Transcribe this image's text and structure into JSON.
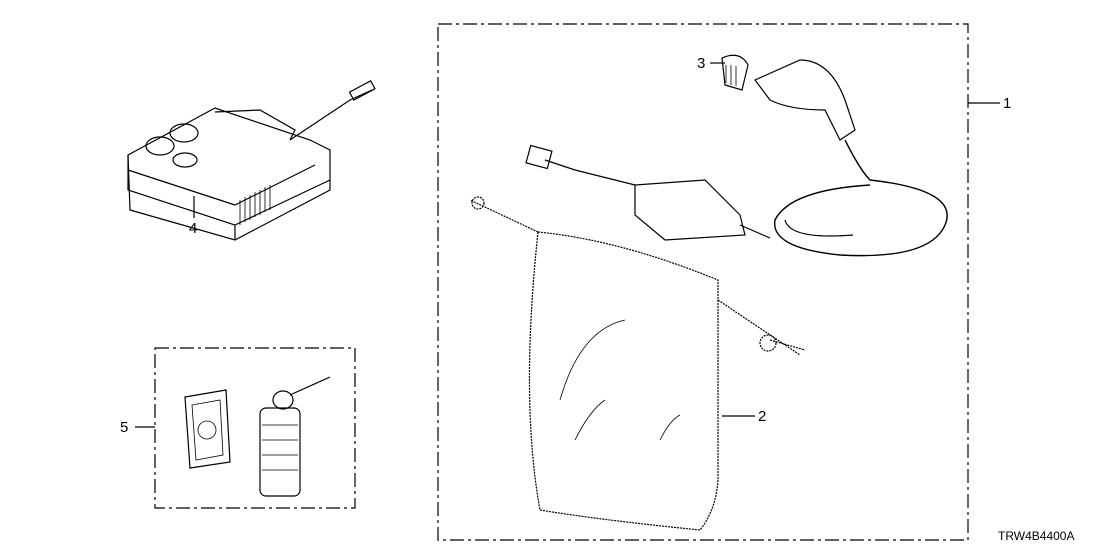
{
  "diagram": {
    "code": "TRW4B4400A",
    "callouts": [
      {
        "id": "1",
        "text": "1"
      },
      {
        "id": "2",
        "text": "2"
      },
      {
        "id": "3",
        "text": "3"
      },
      {
        "id": "4",
        "text": "4"
      },
      {
        "id": "5",
        "text": "5"
      }
    ]
  }
}
